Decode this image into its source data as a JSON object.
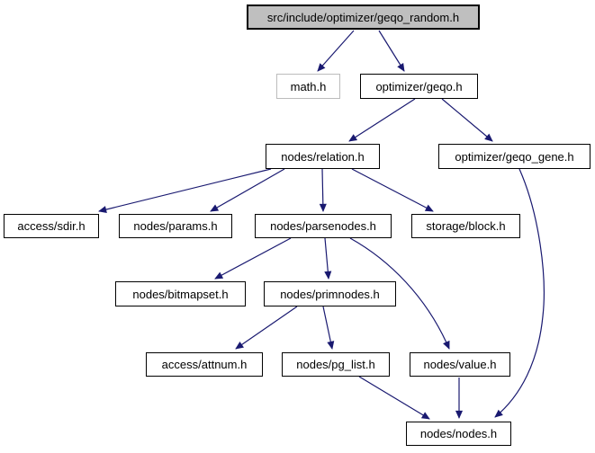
{
  "diagram": {
    "type": "include-dependency-graph",
    "root_file": "src/include/optimizer/geqo_random.h",
    "colors": {
      "edge": "#191970",
      "root_fill": "#bfbfbf",
      "node_fill": "#ffffff",
      "node_border": "#000000",
      "external_node_border": "#bcbcbc",
      "background": "#ffffff",
      "text": "#000000"
    },
    "nodes": [
      {
        "id": "geqo_random",
        "label": "src/include/optimizer/geqo_random.h",
        "kind": "root"
      },
      {
        "id": "math",
        "label": "math.h",
        "kind": "external"
      },
      {
        "id": "geqo",
        "label": "optimizer/geqo.h",
        "kind": "normal"
      },
      {
        "id": "relation",
        "label": "nodes/relation.h",
        "kind": "normal"
      },
      {
        "id": "geqo_gene",
        "label": "optimizer/geqo_gene.h",
        "kind": "normal"
      },
      {
        "id": "sdir",
        "label": "access/sdir.h",
        "kind": "normal"
      },
      {
        "id": "params",
        "label": "nodes/params.h",
        "kind": "normal"
      },
      {
        "id": "parsenodes",
        "label": "nodes/parsenodes.h",
        "kind": "normal"
      },
      {
        "id": "block",
        "label": "storage/block.h",
        "kind": "normal"
      },
      {
        "id": "bitmapset",
        "label": "nodes/bitmapset.h",
        "kind": "normal"
      },
      {
        "id": "primnodes",
        "label": "nodes/primnodes.h",
        "kind": "normal"
      },
      {
        "id": "attnum",
        "label": "access/attnum.h",
        "kind": "normal"
      },
      {
        "id": "pg_list",
        "label": "nodes/pg_list.h",
        "kind": "normal"
      },
      {
        "id": "value",
        "label": "nodes/value.h",
        "kind": "normal"
      },
      {
        "id": "nodes",
        "label": "nodes/nodes.h",
        "kind": "normal"
      }
    ],
    "edges": [
      {
        "from": "src/include/optimizer/geqo_random.h",
        "to": "math.h"
      },
      {
        "from": "src/include/optimizer/geqo_random.h",
        "to": "optimizer/geqo.h"
      },
      {
        "from": "optimizer/geqo.h",
        "to": "nodes/relation.h"
      },
      {
        "from": "optimizer/geqo.h",
        "to": "optimizer/geqo_gene.h"
      },
      {
        "from": "nodes/relation.h",
        "to": "access/sdir.h"
      },
      {
        "from": "nodes/relation.h",
        "to": "nodes/params.h"
      },
      {
        "from": "nodes/relation.h",
        "to": "nodes/parsenodes.h"
      },
      {
        "from": "nodes/relation.h",
        "to": "storage/block.h"
      },
      {
        "from": "nodes/parsenodes.h",
        "to": "nodes/bitmapset.h"
      },
      {
        "from": "nodes/parsenodes.h",
        "to": "nodes/primnodes.h"
      },
      {
        "from": "nodes/parsenodes.h",
        "to": "nodes/value.h"
      },
      {
        "from": "nodes/primnodes.h",
        "to": "access/attnum.h"
      },
      {
        "from": "nodes/primnodes.h",
        "to": "nodes/pg_list.h"
      },
      {
        "from": "nodes/pg_list.h",
        "to": "nodes/nodes.h"
      },
      {
        "from": "nodes/value.h",
        "to": "nodes/nodes.h"
      },
      {
        "from": "optimizer/geqo_gene.h",
        "to": "nodes/nodes.h"
      }
    ]
  }
}
